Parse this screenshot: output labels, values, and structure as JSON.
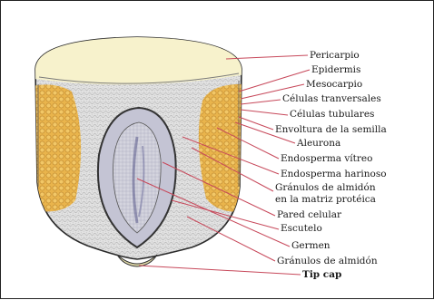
{
  "diagram": {
    "title": "",
    "labels": [
      "Pericarpio",
      "Epidermis",
      "Mesocarpio",
      "Células tranversales",
      "Células tubulares",
      "Envoltura de la semilla",
      "Aleurona",
      "Endosperma vítreo",
      "Endosperma harinoso",
      "Gránulos de almidón",
      "en la matriz protéica",
      "Pared celular",
      "Escutelo",
      "Germen",
      "Gránulos de almidón",
      "Tip cap"
    ],
    "colors": {
      "leader_line": "#c7485a",
      "pericarp": "#f6f1c8",
      "starch_granules": "#e7b24a",
      "endosperm": "#d8d8d8",
      "germ": "#c9c9d6"
    }
  }
}
